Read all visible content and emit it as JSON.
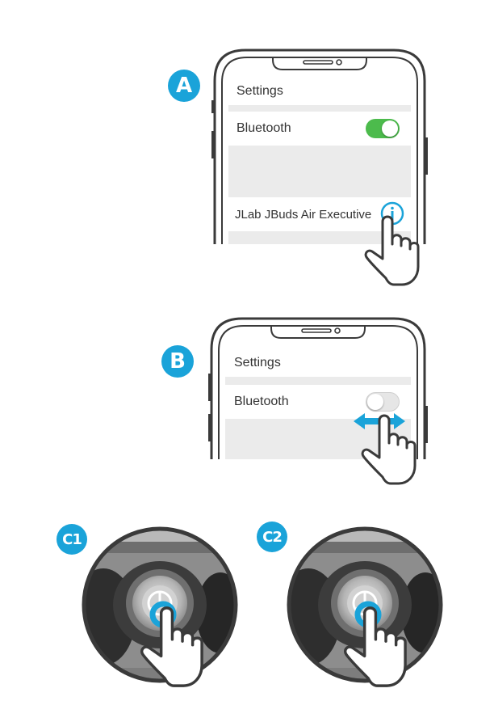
{
  "steps": [
    {
      "badge": "A",
      "screen_title": "Settings",
      "bluetooth_label": "Bluetooth",
      "bluetooth_on": true,
      "device_name": "JLab JBuds Air Executive",
      "info_icon": "info-icon"
    },
    {
      "badge": "B",
      "screen_title": "Settings",
      "bluetooth_label": "Bluetooth",
      "bluetooth_on": false
    },
    {
      "badge": "C1"
    },
    {
      "badge": "C2"
    }
  ],
  "colors": {
    "accent": "#1aa3d9",
    "toggle_on": "#4cbb4c",
    "toggle_off": "#e6e6e6",
    "row_grey": "#ebebeb",
    "outline": "#3a3a3a"
  },
  "icons": [
    "hand-pointer-icon",
    "info-icon",
    "double-arrow-icon",
    "earbud-logo-icon"
  ]
}
